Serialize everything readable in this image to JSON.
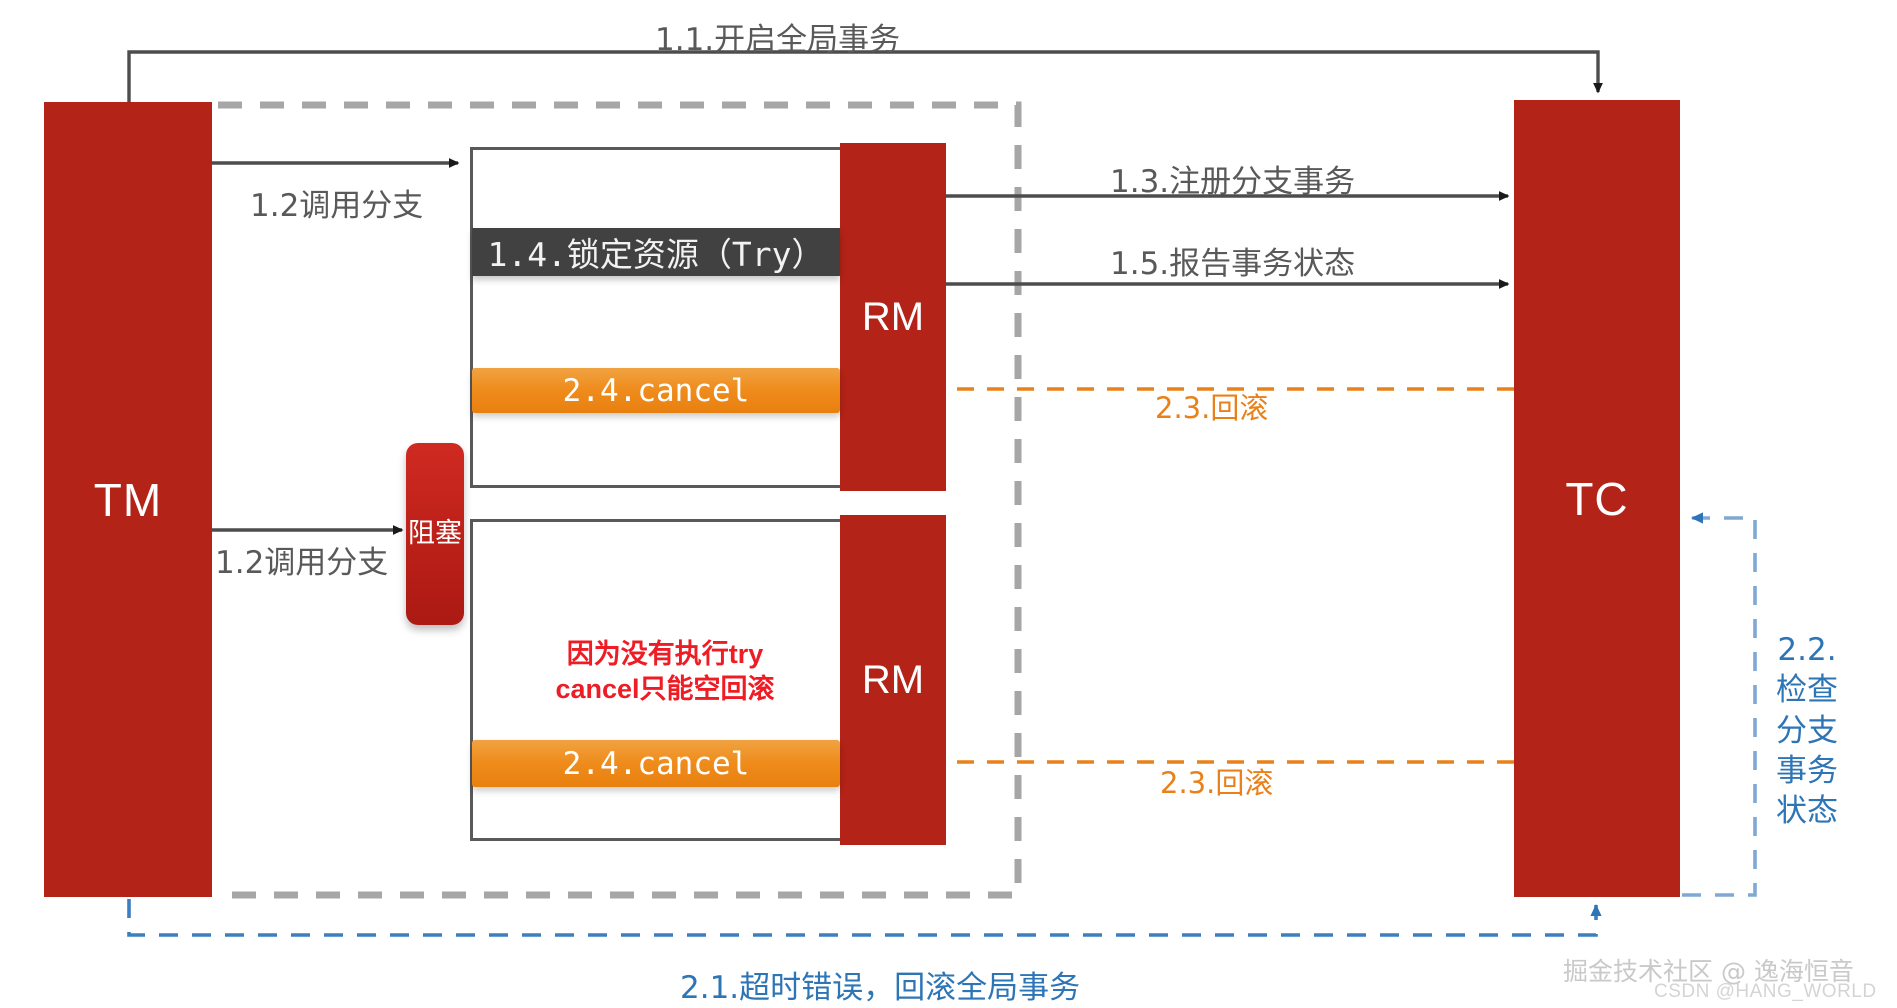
{
  "actors": {
    "tm": "TM",
    "tc": "TC",
    "rm1": "RM",
    "rm2": "RM"
  },
  "bands": {
    "lock_resource": "1.4.锁定资源（Try）",
    "cancel_1": "2.4.cancel",
    "cancel_2": "2.4.cancel"
  },
  "notes": {
    "blocked": "阻塞",
    "rm2_warning_line1": "因为没有执行try",
    "rm2_warning_line2": "cancel只能空回滚"
  },
  "messages": {
    "begin_global_tx": "1.1.开启全局事务",
    "call_branch_1": "1.2调用分支",
    "call_branch_2": "1.2调用分支",
    "register_branch_tx": "1.3.注册分支事务",
    "report_tx_status": "1.5.报告事务状态",
    "rollback_1": "2.3.回滚",
    "rollback_2": "2.3.回滚",
    "timeout_rollback_global": "2.1.超时错误，回滚全局事务",
    "check_branch_status": "2.2.\n检查\n分支\n事务\n状态"
  },
  "watermark": {
    "main": "掘金技术社区 @ 逸海恒音",
    "sub": "CSDN @HANG_WORLD"
  },
  "colors": {
    "actor_red": "#b32317",
    "band_dark": "#414141",
    "band_orange": "#ef8c1c",
    "note_red": "#ee1c25",
    "label_gray": "#595959",
    "label_orange": "#e8811a",
    "label_blue": "#2e75b6",
    "dash_gray": "#a6a6a6"
  }
}
